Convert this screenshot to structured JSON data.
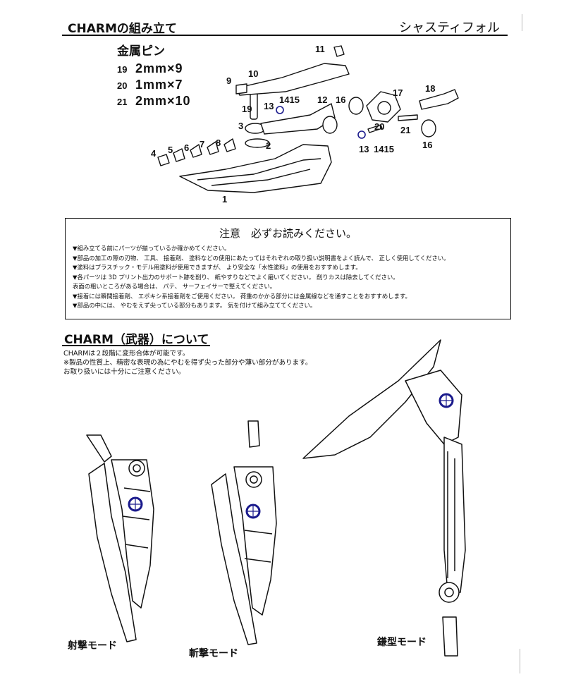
{
  "header": {
    "title": "CHARMの組み立て",
    "right_title": "シャスティフォル"
  },
  "pins": {
    "heading": "金属ピン",
    "items": [
      {
        "num": "19",
        "spec": "2mm×9"
      },
      {
        "num": "20",
        "spec": "1mm×7"
      },
      {
        "num": "21",
        "spec": "2mm×10"
      }
    ]
  },
  "diagram_labels": {
    "p1": "1",
    "p2": "2",
    "p3": "3",
    "p4": "4",
    "p5": "5",
    "p6": "6",
    "p7": "7",
    "p8": "8",
    "p9": "9",
    "p10": "10",
    "p11": "11",
    "p12": "12",
    "p13a": "13",
    "p1415a": "1415",
    "p16a": "16",
    "p17": "17",
    "p18": "18",
    "p19": "19",
    "p20": "20",
    "p21": "21",
    "p13b": "13",
    "p1415b": "1415",
    "p16b": "16"
  },
  "notice": {
    "heading": "注意　必ずお読みください。",
    "lines": [
      "▼組み立てる前にパーツが揃っているか確かめてください。",
      "▼部品の加工の際の刃物、 工具、 接着剤、 塗料などの使用にあたってはそれぞれの取り扱い説明書をよく読んで、 正しく使用してください。",
      "▼塗料はプラスチック・モデル用塗料が使用できますが、 より安全な「水性塗料」の使用をおすすめします。",
      "▼各パーツは 3D プリント出力のサポート跡を削り、 紙やすりなどでよく磨いてください。 削りカスは除去してください。",
      "表面の粗いところがある場合は、 パテ、 サーフェイサーで整えてください。",
      "▼接着には瞬間接着剤、 エポキシ系接着剤をご使用ください。 荷重のかかる部分には金属線などを通すことをおすすめします。",
      "▼部品の中には、 やむをえず尖っている部分もあります。 気を付けて組み立ててください。"
    ]
  },
  "about": {
    "title": "CHARM（武器）について",
    "lines": [
      "CHARMは２段階に変形合体が可能です。",
      "※製品の性質上、精密な表現の為にやむを得ず尖った部分や薄い部分があります。",
      "お取り扱いには十分にご注意ください。"
    ]
  },
  "modes": {
    "shoot": "射撃モード",
    "slash": "斬撃モード",
    "scythe": "鎌型モード"
  },
  "colors": {
    "ink": "#111111",
    "pin_mark": "#1a1a8c"
  }
}
